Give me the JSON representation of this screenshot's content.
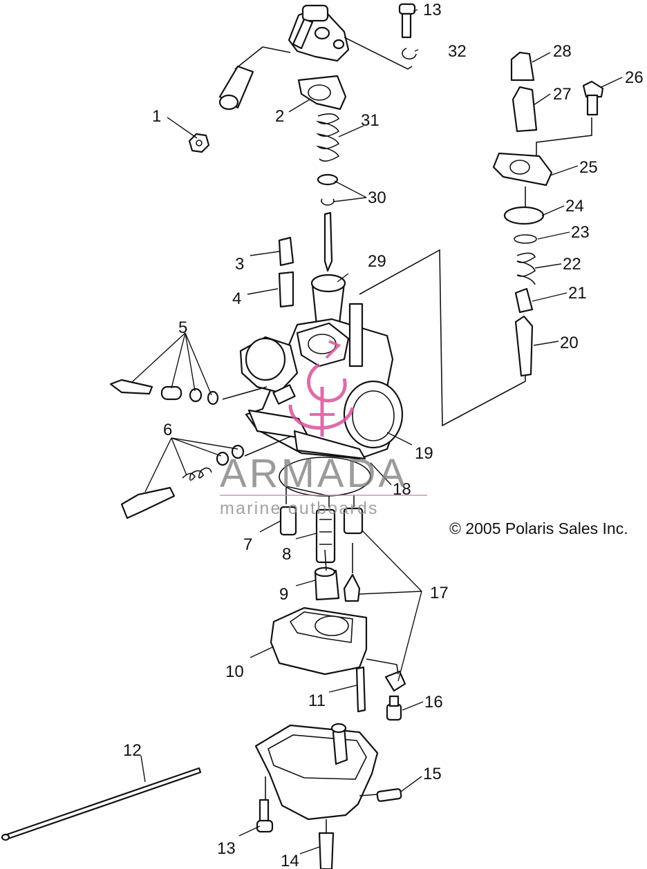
{
  "copyright": "© 2005 Polaris Sales Inc.",
  "watermark": {
    "brand": "ARMADA",
    "tagline": "marine outboards",
    "logo": "anchor-sailboat-logo",
    "accent_color": "#d9539c"
  },
  "callouts": [
    {
      "id": "1",
      "text": "1"
    },
    {
      "id": "2",
      "text": "2"
    },
    {
      "id": "3",
      "text": "3"
    },
    {
      "id": "4",
      "text": "4"
    },
    {
      "id": "5",
      "text": "5"
    },
    {
      "id": "6",
      "text": "6"
    },
    {
      "id": "7",
      "text": "7"
    },
    {
      "id": "8",
      "text": "8"
    },
    {
      "id": "9",
      "text": "9"
    },
    {
      "id": "10",
      "text": "10"
    },
    {
      "id": "11",
      "text": "11"
    },
    {
      "id": "12",
      "text": "12"
    },
    {
      "id": "13a",
      "text": "13"
    },
    {
      "id": "13b",
      "text": "13"
    },
    {
      "id": "14",
      "text": "14"
    },
    {
      "id": "15",
      "text": "15"
    },
    {
      "id": "16",
      "text": "16"
    },
    {
      "id": "17",
      "text": "17"
    },
    {
      "id": "18",
      "text": "18"
    },
    {
      "id": "19",
      "text": "19"
    },
    {
      "id": "20",
      "text": "20"
    },
    {
      "id": "21",
      "text": "21"
    },
    {
      "id": "22",
      "text": "22"
    },
    {
      "id": "23",
      "text": "23"
    },
    {
      "id": "24",
      "text": "24"
    },
    {
      "id": "25",
      "text": "25"
    },
    {
      "id": "26",
      "text": "26"
    },
    {
      "id": "27",
      "text": "27"
    },
    {
      "id": "28",
      "text": "28"
    },
    {
      "id": "29",
      "text": "29"
    },
    {
      "id": "30",
      "text": "30"
    },
    {
      "id": "31",
      "text": "31"
    },
    {
      "id": "32",
      "text": "32"
    }
  ]
}
